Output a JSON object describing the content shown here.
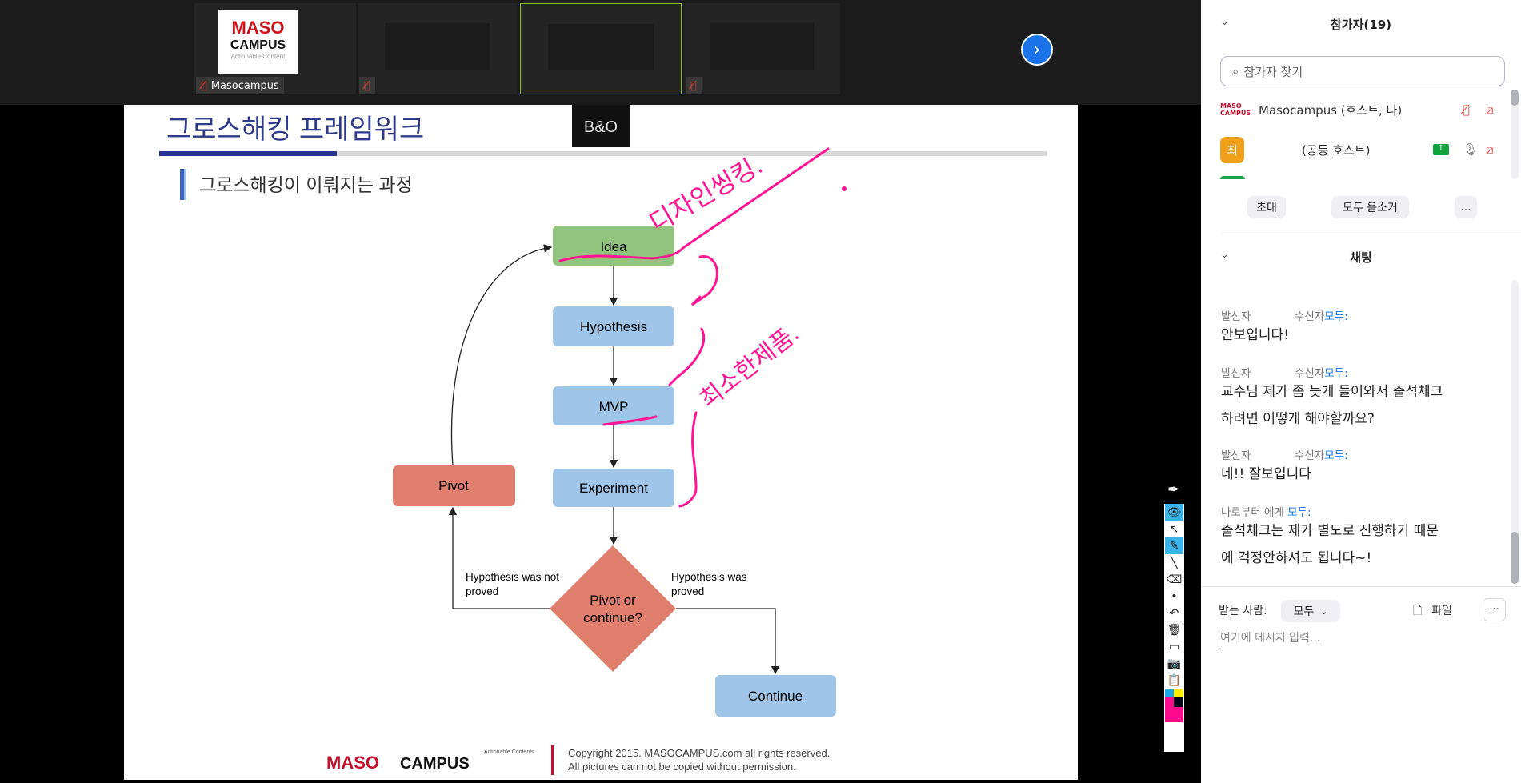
{
  "thumbnails": [
    {
      "name": "Masocampus",
      "logo": {
        "line1": "MASO",
        "line2": "CAMPUS",
        "tag": "Actionable Content"
      },
      "muted": true
    },
    {
      "name": "",
      "muted": true
    },
    {
      "name": "",
      "muted": false,
      "active": true
    },
    {
      "name": "",
      "muted": true
    }
  ],
  "slide": {
    "title": "그로스해킹 프레임워크",
    "brand_logo": "B&O",
    "subtitle": "그로스해킹이 이뤄지는 과정",
    "nodes": {
      "idea": "Idea",
      "hypothesis": "Hypothesis",
      "mvp": "MVP",
      "experiment": "Experiment",
      "pivot": "Pivot",
      "decision_line1": "Pivot or",
      "decision_line2": "continue?",
      "continue": "Continue"
    },
    "edge_labels": {
      "left_line1": "Hypothesis was not",
      "left_line2": "proved",
      "right_line1": "Hypothesis was",
      "right_line2": "proved"
    },
    "footer": {
      "tag": "Actionable Contents",
      "maso": "MASO",
      "campus": "CAMPUS",
      "copyright1": "Copyright 2015. MASOCAMPUS.com all rights reserved.",
      "copyright2": "All pictures can not be copied without permission."
    },
    "handwritten_annotations": [
      "디자인씽킹.",
      "최소한제품."
    ],
    "colors": {
      "title": "#2e3a8c",
      "green": "#93c47d",
      "blue": "#9fc5e8",
      "red": "#e06666",
      "ink": "#ff1493"
    }
  },
  "participants": {
    "header": "참가자(19)",
    "search_placeholder": "참가자 찾기",
    "list": [
      {
        "name": "Masocampus (호스트, 나)",
        "avatar": "MASO CAMPUS"
      },
      {
        "name": "(공동 호스트)",
        "avatar": "최"
      }
    ],
    "buttons": {
      "invite": "초대",
      "mute_all": "모두 음소거",
      "more": "..."
    }
  },
  "chat": {
    "header": "채팅",
    "messages": [
      {
        "from": "발신자",
        "to_label": "수신자",
        "to": "모두:",
        "text": [
          "안보입니다!"
        ]
      },
      {
        "from": "발신자",
        "to_label": "수신자",
        "to": "모두:",
        "text": [
          "교수님 제가 좀 늦게 들어와서 출석체크",
          "하려면 어떻게 해야할까요?"
        ]
      },
      {
        "from": "발신자",
        "to_label": "수신자",
        "to": "모두:",
        "text": [
          "네!! 잘보입니다"
        ]
      },
      {
        "from": "나로부터 에게",
        "to_label": "",
        "to": "모두:",
        "text": [
          "출석체크는 제가 별도로 진행하기 때문",
          "에 걱정안하셔도 됩니다~!"
        ]
      }
    ],
    "recipient_label": "받는 사람:",
    "recipient": "모두",
    "file": "파일",
    "more": "···",
    "input_placeholder": "여기에 메시지 입력..."
  }
}
